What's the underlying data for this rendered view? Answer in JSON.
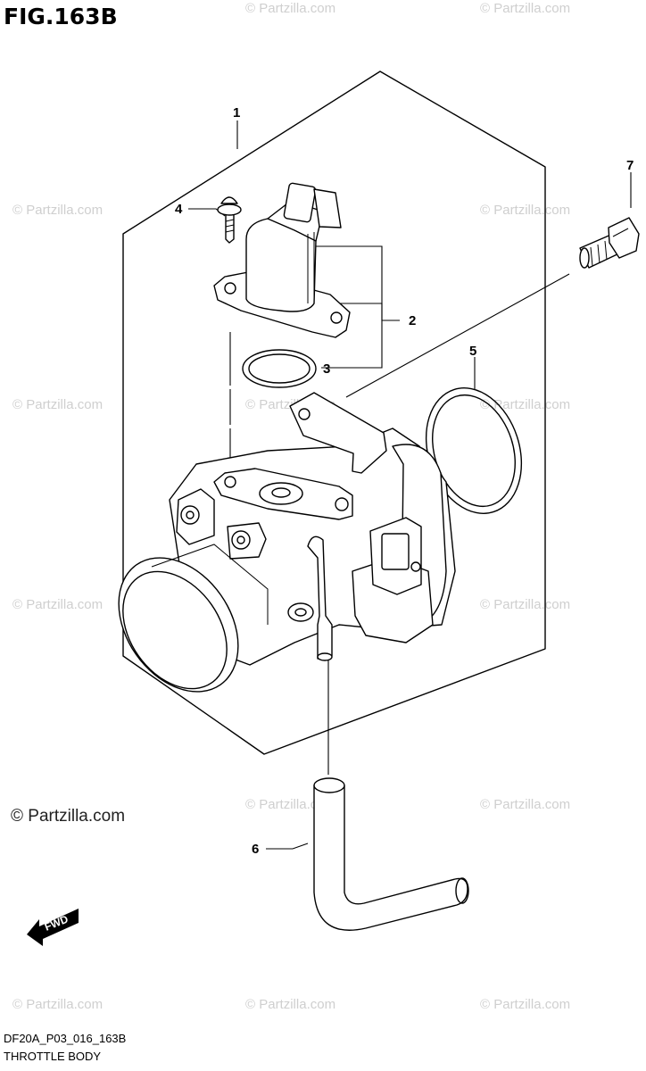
{
  "header": {
    "figure_title": "FIG.163B"
  },
  "callouts": [
    {
      "id": "1",
      "label": "1"
    },
    {
      "id": "2",
      "label": "2"
    },
    {
      "id": "3",
      "label": "3"
    },
    {
      "id": "4",
      "label": "4"
    },
    {
      "id": "5",
      "label": "5"
    },
    {
      "id": "6",
      "label": "6"
    },
    {
      "id": "7",
      "label": "7"
    }
  ],
  "watermark": {
    "text": "© Partzilla.com"
  },
  "forward_arrow": {
    "label": "FWD"
  },
  "footer": {
    "diagram_code": "DF20A_P03_016_163B",
    "section_name": "THROTTLE BODY"
  }
}
